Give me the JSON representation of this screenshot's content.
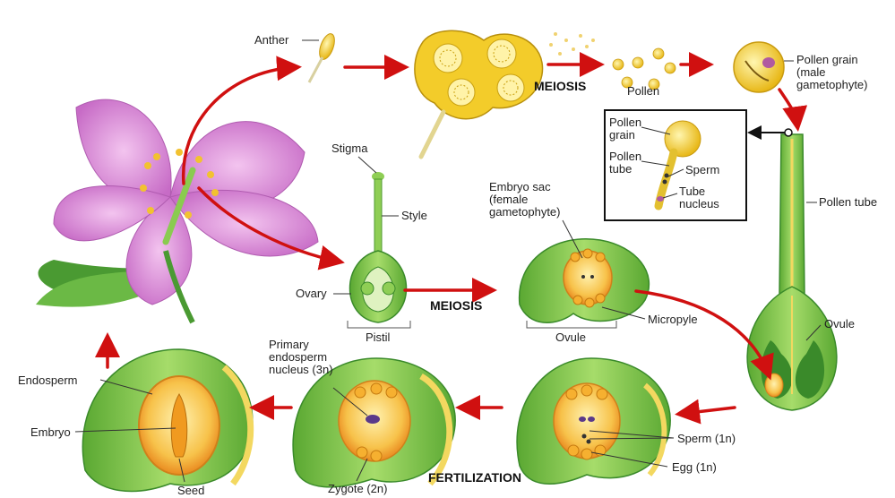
{
  "labels": {
    "anther": "Anther",
    "meiosis_top": "MEIOSIS",
    "pollen": "Pollen",
    "pollen_grain_male": "Pollen grain\n(male\ngametophyte)",
    "inset_pollen_grain": "Pollen\ngrain",
    "inset_pollen_tube": "Pollen\ntube",
    "inset_sperm": "Sperm",
    "inset_tube_nucleus": "Tube\nnucleus",
    "pollen_tube": "Pollen tube",
    "stigma": "Stigma",
    "style": "Style",
    "ovary": "Ovary",
    "pistil": "Pistil",
    "meiosis_mid": "MEIOSIS",
    "embryo_sac": "Embryo sac\n(female\ngametophyte)",
    "ovule_mid": "Ovule",
    "micropyle": "Micropyle",
    "ovule_right": "Ovule",
    "endosperm": "Endosperm",
    "embryo": "Embryo",
    "seed": "Seed",
    "primary_endosperm": "Primary\nendosperm\nnucleus (3n)",
    "zygote": "Zygote (2n)",
    "fertilization": "FERTILIZATION",
    "sperm_1n": "Sperm (1n)",
    "egg_1n": "Egg (1n)"
  },
  "colors": {
    "arrow": "#d01010",
    "plant_green": "#7cc142",
    "dark_green": "#3a8a2a",
    "pollen_yellow": "#f5d22a",
    "petal_pink": "#d98ad8",
    "sac_orange": "#f2a83a"
  }
}
